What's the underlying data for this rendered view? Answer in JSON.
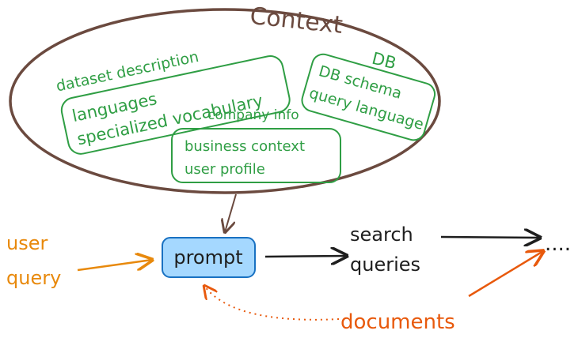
{
  "context": {
    "title": "Context",
    "dataset": {
      "heading": "dataset description",
      "lines": [
        "languages",
        "specialized vocabulary"
      ]
    },
    "db": {
      "heading": "DB",
      "lines": [
        "DB schema",
        "query language"
      ]
    },
    "company": {
      "heading": "company info",
      "lines": [
        "business context",
        "user profile"
      ]
    }
  },
  "flow": {
    "user_query": [
      "user",
      "query"
    ],
    "prompt": "prompt",
    "search_queries": [
      "search",
      "queries"
    ],
    "ellipsis": "....",
    "documents": "documents"
  },
  "colors": {
    "ellipse_stroke": "#6b4a3f",
    "context_text": "#6b4a3f",
    "group_green": "#2f9e44",
    "prompt_fill": "#a5d8ff",
    "prompt_stroke": "#1971c2",
    "user_query": "#e8890c",
    "documents": "#e8590c",
    "text_black": "#1e1e1e"
  },
  "icons": [
    "arrow-right",
    "arrow-down",
    "dotted-curved-arrow"
  ]
}
